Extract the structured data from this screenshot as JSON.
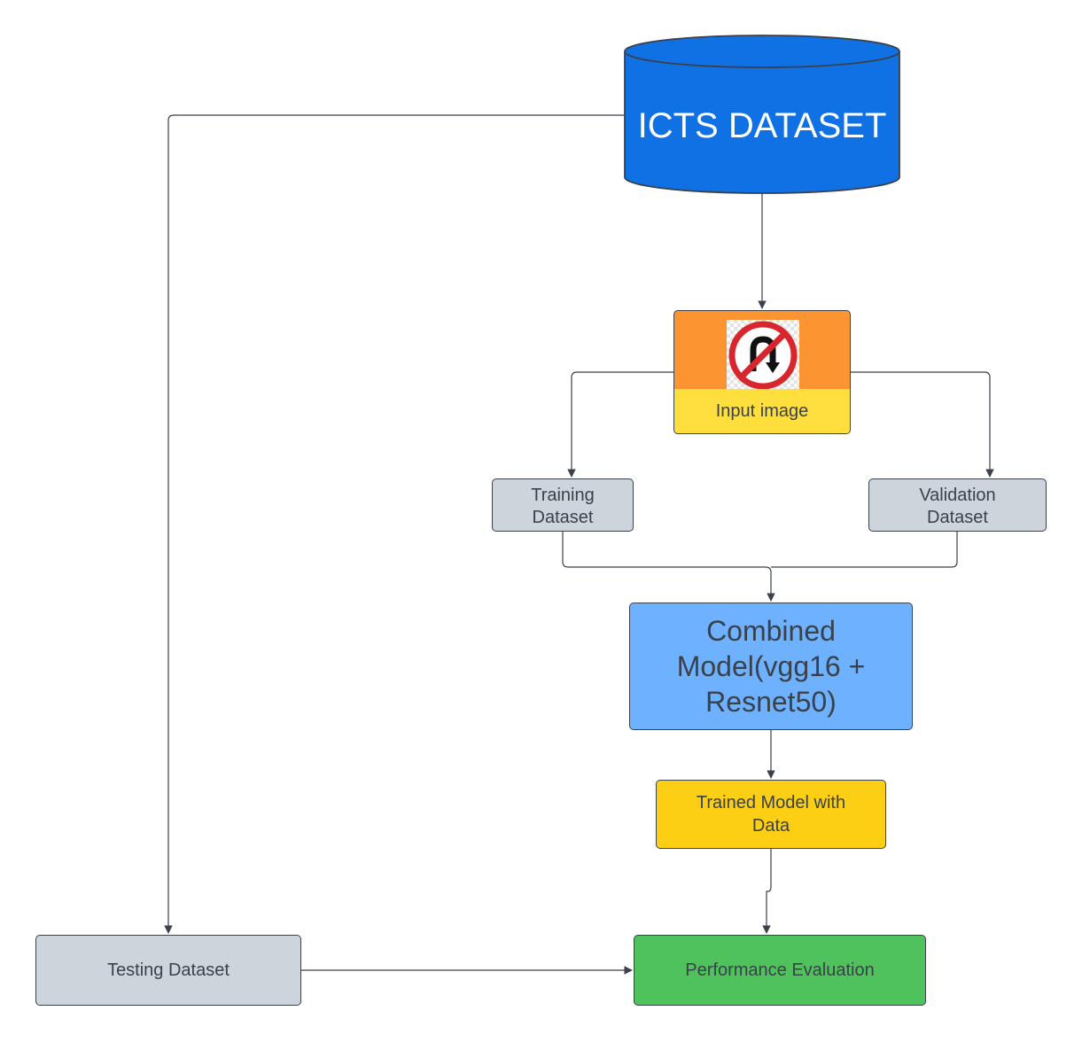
{
  "diagram": {
    "database": {
      "label": "ICTS DATASET"
    },
    "input_image": {
      "label": "Input image",
      "icon": "no-u-turn-sign-icon"
    },
    "training_dataset": {
      "label": "Training Dataset"
    },
    "validation_dataset": {
      "label": "Validation Dataset"
    },
    "combined_model": {
      "label": "Combined Model(vgg16 + Resnet50)"
    },
    "trained_model": {
      "label": "Trained Model with Data"
    },
    "testing_dataset": {
      "label": "Testing Dataset"
    },
    "performance_evaluation": {
      "label": "Performance Evaluation"
    }
  },
  "colors": {
    "database": "#1071e5",
    "input_image_top": "#fc9432",
    "input_image_caption": "#ffdf3d",
    "grey_box": "#ced4db",
    "combined_model": "#6db1ff",
    "trained_model": "#fcce14",
    "performance_evaluation": "#4fc25c",
    "stroke": "#3a414a"
  }
}
